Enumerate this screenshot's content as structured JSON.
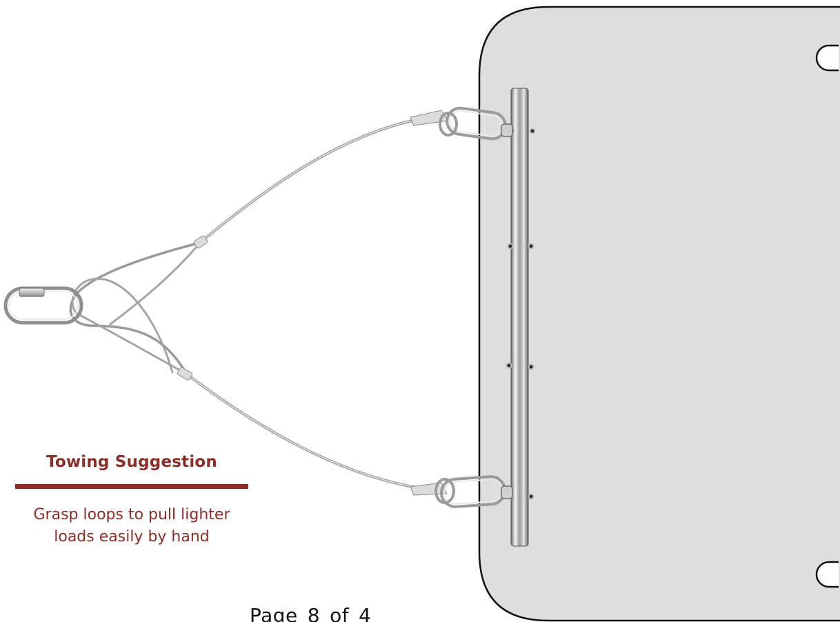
{
  "caption": {
    "title": "Towing Suggestion",
    "body": "Grasp loops to pull lighter loads easily by hand"
  },
  "footer": {
    "page_label": "Page",
    "current_page": "8",
    "of_label": "of",
    "total_pages": "4"
  },
  "colors": {
    "accent": "#8f2b24",
    "panel_fill": "#dedede",
    "panel_stroke": "#111111"
  },
  "icons": {
    "cable": "tow-cable-icon",
    "carabiner": "carabiner-icon",
    "bar": "tow-bar-icon",
    "panel": "sled-panel-icon"
  }
}
